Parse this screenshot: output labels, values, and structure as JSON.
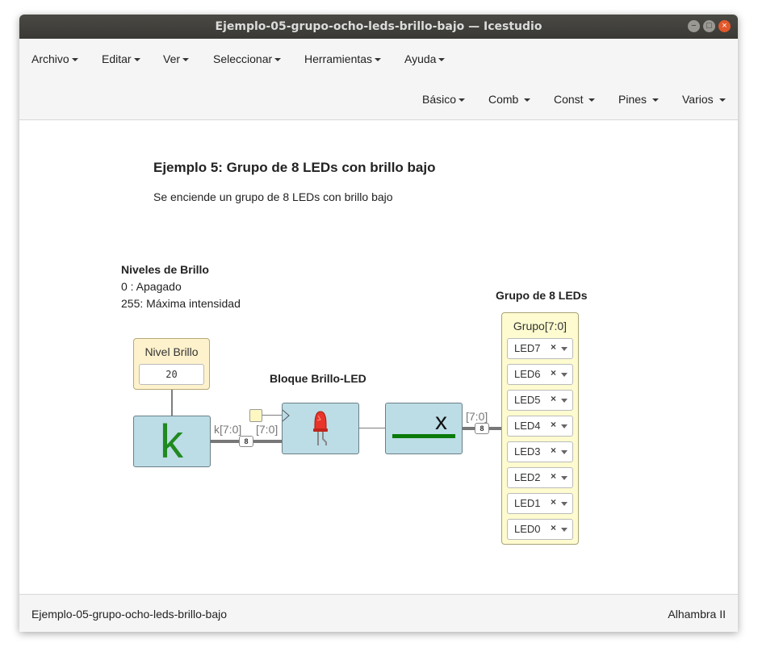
{
  "window": {
    "title": "Ejemplo-05-grupo-ocho-leds-brillo-bajo — Icestudio",
    "controls": {
      "minimize": "−",
      "maximize": "□",
      "close": "×"
    }
  },
  "menu": {
    "top": [
      "Archivo",
      "Editar",
      "Ver",
      "Seleccionar",
      "Herramientas",
      "Ayuda"
    ],
    "blocks": [
      "Básico",
      "Comb",
      "Const",
      "Pines",
      "Varios"
    ]
  },
  "canvas": {
    "heading": "Ejemplo 5: Grupo de 8 LEDs con brillo bajo",
    "description": "Se enciende un grupo de 8 LEDs con brillo bajo",
    "note": {
      "title": "Niveles de Brillo",
      "line1": "0 : Apagado",
      "line2": "255: Máxima intensidad"
    },
    "constant_block": {
      "label": "Nivel Brillo",
      "value": "20",
      "symbol": "k"
    },
    "wire1": {
      "src_label": "k[7:0]",
      "dst_label": "[7:0]",
      "width": "8"
    },
    "brillo_block": {
      "title": "Bloque Brillo-LED"
    },
    "x_block": {
      "symbol": "x"
    },
    "wire2": {
      "label": "[7:0]",
      "width": "8"
    },
    "group": {
      "title": "Grupo de 8 LEDs",
      "port": "Grupo[7:0]",
      "leds": [
        "LED7",
        "LED6",
        "LED5",
        "LED4",
        "LED3",
        "LED2",
        "LED1",
        "LED0"
      ],
      "remove_glyph": "×"
    }
  },
  "status": {
    "file": "Ejemplo-05-grupo-ocho-leds-brillo-bajo",
    "board": "Alhambra II"
  },
  "colors": {
    "block_blue": "#bcdce6",
    "input_yellow": "#fdf2cc",
    "group_yellow": "#fdfbcf",
    "k_green": "#1f8a1f",
    "x_bar_green": "#0a7a0a",
    "close_orange": "#e2582c"
  }
}
